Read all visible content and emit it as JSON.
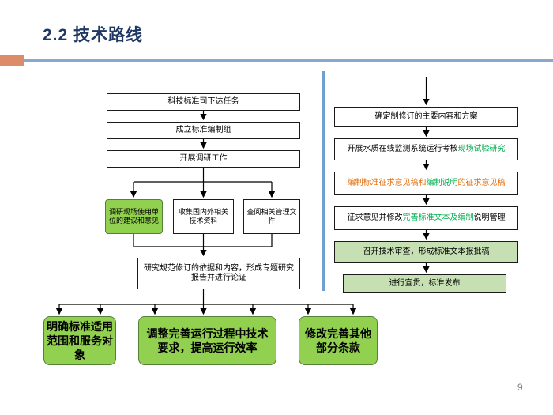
{
  "slide": {
    "title": "2.2  技术路线",
    "page_number": "9"
  },
  "colors": {
    "title_text": "#1F3864",
    "header_rule": "#89A9CC",
    "accent_block": "#DC8D67",
    "column_divider": "#6FA0D0",
    "flow_green": "#92D050",
    "flow_light_green": "#C6E0B4",
    "highlight_orange": "#E36C09",
    "highlight_green": "#00B050"
  },
  "left_flow": {
    "box1": "科技标准司下达任务",
    "box2": "成立标准编制组",
    "box3": "开展调研工作",
    "sub_box1": "调研现场使用单位的建议和意见",
    "sub_box2": "收集国内外相关技术资料",
    "sub_box3": "查阅相关管理文件",
    "box5": "研究规范修订的依据和内容，形成专题研究报告并进行论证"
  },
  "right_flow": {
    "box1": "确定制修订的主要内容和方案",
    "box2_seg1": "开展水质在线监测系统运行考核",
    "box2_seg2": "现场试验研究",
    "box3_seg1": "编制标准征求意见稿和",
    "box3_seg2": "编制说明",
    "box3_seg3": "的征求意见稿",
    "box4_seg1": "征求意见并修改",
    "box4_seg2": "完善标准文本及编制",
    "box4_seg3": "说明管理",
    "box5": "召开技术审查，形成标准文本报批稿",
    "box6": "进行宣贯，标准发布"
  },
  "outcome_flow": {
    "box1": "明确标准适用范围和服务对象",
    "box2": "调整完善运行过程中技术要求，提高运行效率",
    "box3": "修改完善其他部分条款"
  }
}
